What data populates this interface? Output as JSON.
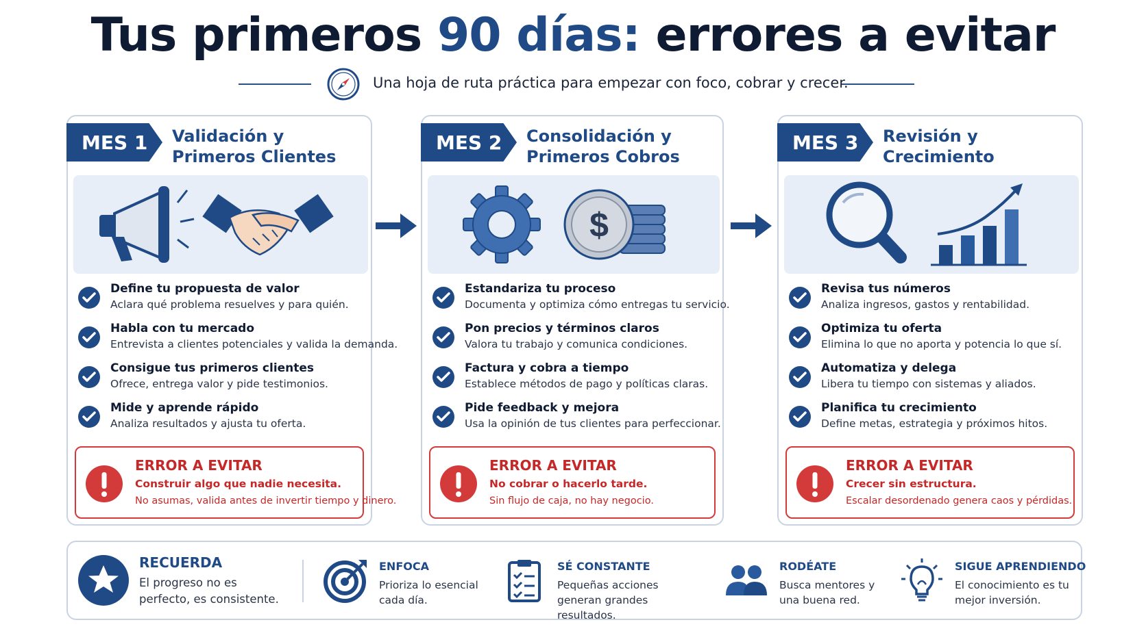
{
  "header": {
    "title_part1": "Tus primeros ",
    "title_accent": "90 días:",
    "title_part2": " errores a evitar",
    "subtitle": "Una hoja de ruta práctica para empezar con foco, cobrar y crecer."
  },
  "months": [
    {
      "tab": "MES 1",
      "title_line1": "Validación y",
      "title_line2": "Primeros Clientes",
      "items": [
        {
          "title": "Define tu propuesta de valor",
          "desc": "Aclara qué problema resuelves y para quién."
        },
        {
          "title": "Habla con tu mercado",
          "desc": "Entrevista a clientes potenciales y valida la demanda."
        },
        {
          "title": "Consigue tus primeros clientes",
          "desc": "Ofrece, entrega valor y pide testimonios."
        },
        {
          "title": "Mide y aprende rápido",
          "desc": "Analiza resultados y ajusta tu oferta."
        }
      ],
      "error": {
        "head": "ERROR A EVITAR",
        "title": "Construir algo que nadie necesita.",
        "desc": "No asumas, valida antes de invertir tiempo y dinero."
      }
    },
    {
      "tab": "MES 2",
      "title_line1": "Consolidación y",
      "title_line2": "Primeros Cobros",
      "items": [
        {
          "title": "Estandariza tu proceso",
          "desc": "Documenta y optimiza cómo entregas tu servicio."
        },
        {
          "title": "Pon precios y términos claros",
          "desc": "Valora tu trabajo y comunica condiciones."
        },
        {
          "title": "Factura y cobra a tiempo",
          "desc": "Establece métodos de pago y políticas claras."
        },
        {
          "title": "Pide feedback y mejora",
          "desc": "Usa la opinión de tus clientes para perfeccionar."
        }
      ],
      "error": {
        "head": "ERROR A EVITAR",
        "title": "No cobrar o hacerlo tarde.",
        "desc": "Sin flujo de caja, no hay negocio."
      }
    },
    {
      "tab": "MES 3",
      "title_line1": "Revisión y",
      "title_line2": "Crecimiento",
      "items": [
        {
          "title": "Revisa tus números",
          "desc": "Analiza ingresos, gastos y rentabilidad."
        },
        {
          "title": "Optimiza tu oferta",
          "desc": "Elimina lo que no aporta y potencia lo que sí."
        },
        {
          "title": "Automatiza y delega",
          "desc": "Libera tu tiempo con sistemas y aliados."
        },
        {
          "title": "Planifica tu crecimiento",
          "desc": "Define metas, estrategia y próximos hitos."
        }
      ],
      "error": {
        "head": "ERROR A EVITAR",
        "title": "Crecer sin estructura.",
        "desc": "Escalar desordenado genera caos y pérdidas."
      }
    }
  ],
  "bottom": {
    "remember_head": "RECUERDA",
    "remember_desc": "El progreso no es perfecto, es consistente.",
    "tips": [
      {
        "head": "ENFOCA",
        "desc": "Prioriza lo esencial cada día.",
        "icon": "target-icon"
      },
      {
        "head": "SÉ CONSTANTE",
        "desc": "Pequeñas acciones generan grandes resultados.",
        "icon": "checklist-icon"
      },
      {
        "head": "RODÉATE",
        "desc": "Busca mentores y una buena red.",
        "icon": "people-icon"
      },
      {
        "head": "SIGUE APRENDIENDO",
        "desc": "El conocimiento es tu mejor inversión.",
        "icon": "lightbulb-icon"
      }
    ]
  },
  "colors": {
    "primary": "#1f4a86",
    "dark": "#0f1b33",
    "error": "#c52828",
    "panel": "#e8eef7"
  }
}
